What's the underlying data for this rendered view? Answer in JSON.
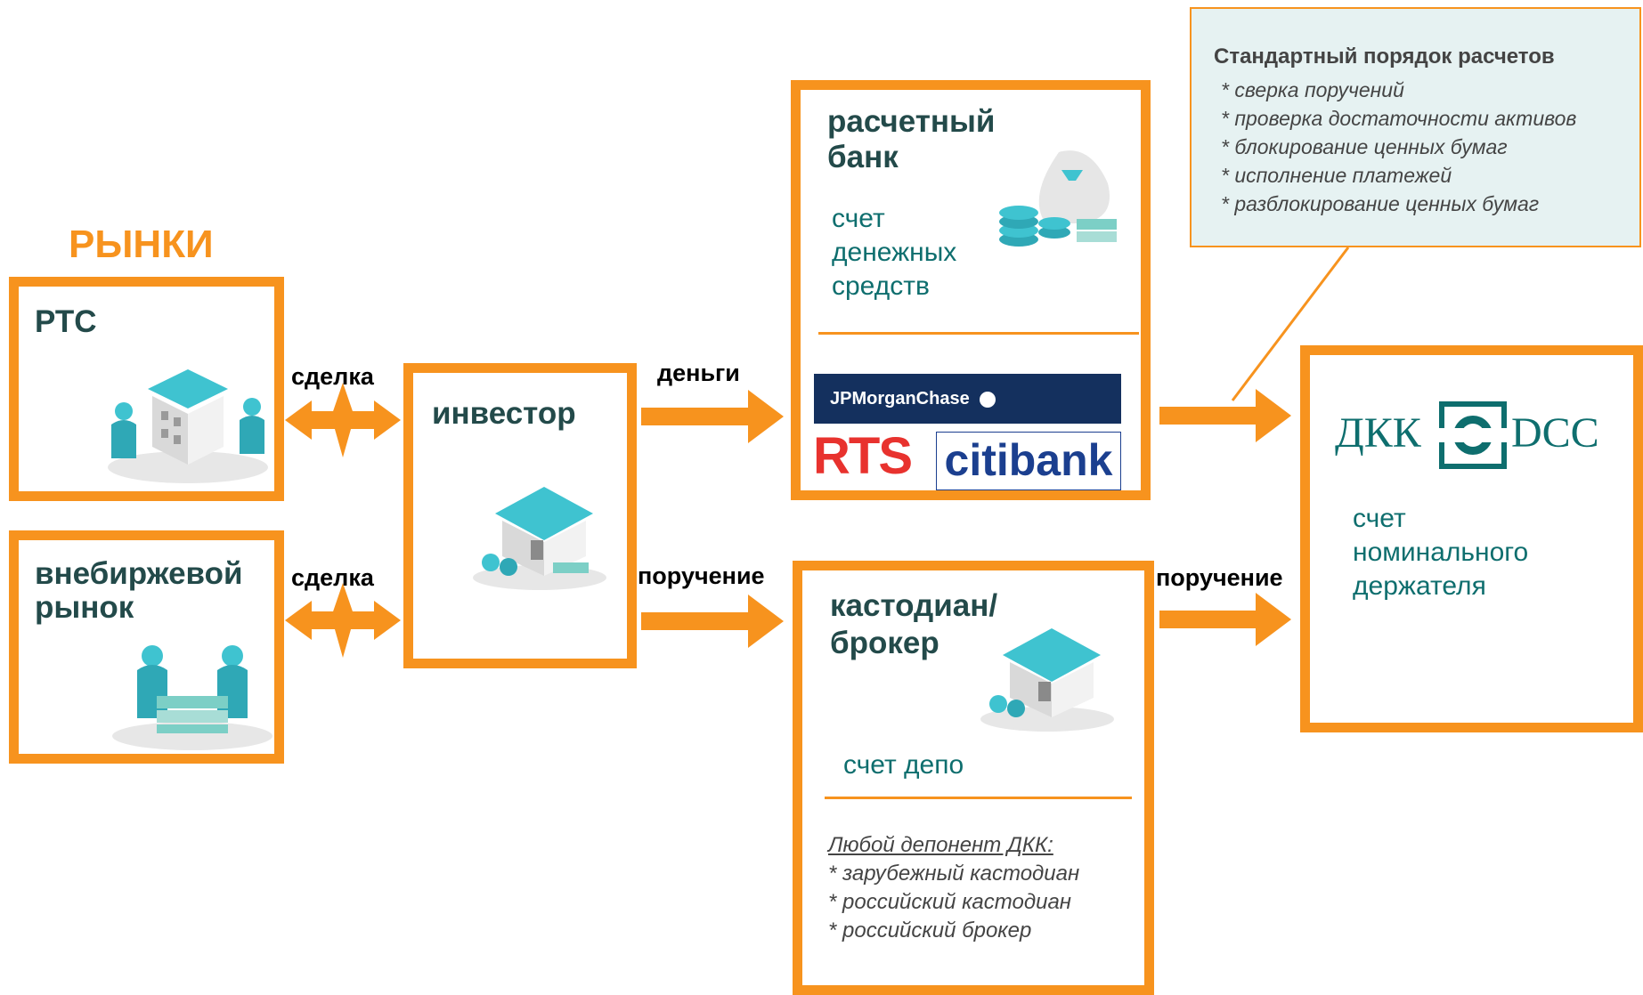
{
  "markets_heading": "РЫНКИ",
  "nodes": {
    "rts": {
      "title": "РТС"
    },
    "otc": {
      "title_line1": "внебиржевой",
      "title_line2": "рынок"
    },
    "investor": {
      "title": "инвестор"
    },
    "bank": {
      "title_line1": "расчетный",
      "title_line2": "банк",
      "account_lines": [
        "счет",
        "денежных",
        "средств"
      ],
      "logos": [
        "JPMorganChase",
        "RTS",
        "citibank"
      ]
    },
    "custodian": {
      "title_line1": "кастодиан/",
      "title_line2": "брокер",
      "account": "счет депо",
      "depositors_heading": "Любой депонент ДКК:",
      "depositors": [
        "* зарубежный кастодиан",
        "* российский кастодиан",
        "* российский брокер"
      ]
    },
    "dcc": {
      "logo_left": "ДКК",
      "logo_right": "DCC",
      "account_lines": [
        "счет",
        "номинального",
        "держателя"
      ]
    }
  },
  "edges": {
    "deal_top": "сделка",
    "deal_bottom": "сделка",
    "money": "деньги",
    "order_to_custodian": "поручение",
    "order_to_dcc": "поручение"
  },
  "note": {
    "title": "Стандартный порядок расчетов",
    "items": [
      "* сверка поручений",
      "* проверка достаточности активов",
      "* блокирование ценных бумаг",
      "* исполнение платежей",
      "* разблокирование ценных бумаг"
    ]
  },
  "colors": {
    "accent": "#F7931E",
    "title_text": "#234A4A",
    "account_text": "#0E6E6E",
    "icon_teal": "#3FC3D0",
    "note_bg": "#E6F2F2",
    "jpm_bg": "#14305E",
    "rts_red": "#E8322E",
    "citi_blue": "#1B3F8F"
  }
}
